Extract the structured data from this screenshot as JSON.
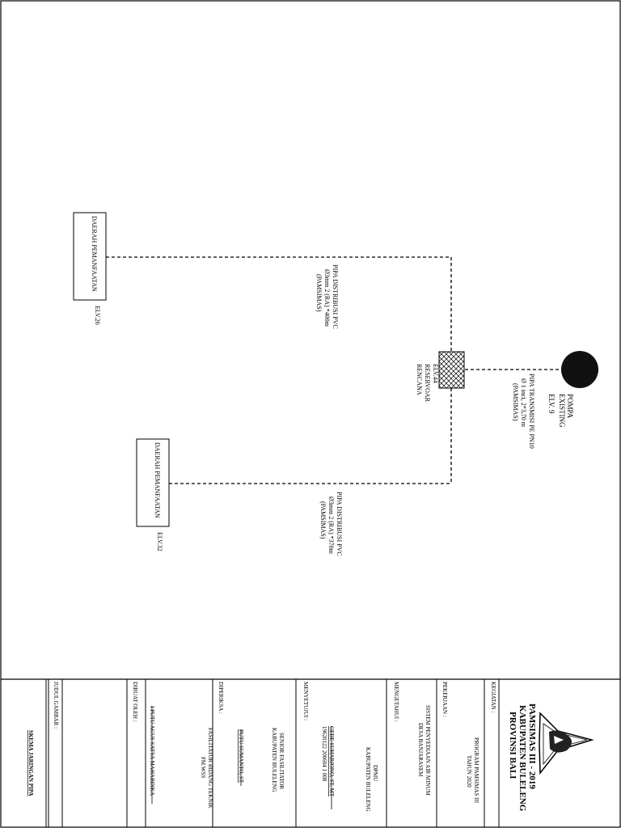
{
  "diagram": {
    "nodes": {
      "pompa": {
        "label_line1": "POMPA",
        "label_line2": "EXISTING",
        "elev": "ELV. 9"
      },
      "reservoir": {
        "elev": "ELV.44",
        "label_line1": "RESERVOAR",
        "label_line2": "RENCANA"
      },
      "area1": {
        "label": "DAERAH PEMANFAATAN",
        "elev": "ELV.26"
      },
      "area2": {
        "label": "DAERAH PEMANFAATAN",
        "elev": "ELV.32"
      }
    },
    "pipes": {
      "transmisi": {
        "line1": "PIPA TRANSMISI PE PN10",
        "line2": "Ø 1 inci, 2*3,70 m",
        "line3": "(PAMSIMAS)"
      },
      "distribusi1": {
        "line1": "PIPA DISTRIBUSI PVC",
        "line2": "Ø3mm 2 (RA) *400m",
        "line3": "(PAMSIMAS)"
      },
      "distribusi2": {
        "line1": "PIPA DISTRIBUSI PVC",
        "line2": "Ø3mm 2 (RA) *370m",
        "line3": "(PAMSIMAS)"
      }
    }
  },
  "title_block": {
    "header": {
      "line1": "PAMSIMAS III - 2019",
      "line2": "KABUPATEN BULELENG",
      "line3": "PROVINSI BALI"
    },
    "kegiatan": {
      "label": "KEGIATAN :",
      "line1": "PROGRAM PAMSIMAS III",
      "line2": "TAHUN 2020"
    },
    "pekerjaan": {
      "label": "PEKERJAAN :",
      "line1": "SISTEM PENYEDIAAN AIR MINUM",
      "line2": "DESA BANJARASEM"
    },
    "mengetahui": {
      "label": "MENGETAHUI :",
      "line1": "DPMU",
      "line2": "KABUPATEN BULELENG"
    },
    "menyetujui": {
      "label": "MENYETUJUI :",
      "name": "GEDE SUHARJONO, ST, MT",
      "nip": "19620122 200604 1 008"
    },
    "senior": {
      "line1": "SENIOR FASILITATOR",
      "line2": "KABUPATEN BULELENG",
      "name": "PUTU SUMANTO, ST"
    },
    "diperiksa": {
      "label": "DIPERIKSA :",
      "line1": "FASILITATOR BIDANG TEKNIK",
      "line2": "FM.WSS"
    },
    "dibuat": {
      "label": "DIBUAT OLEH :",
      "name": "I PUTU AGUS SATYA MAHARDIKA"
    },
    "judul": {
      "label": "JUDUL GAMBAR :",
      "text": "SKEMA JARINGAN PIPA"
    }
  }
}
